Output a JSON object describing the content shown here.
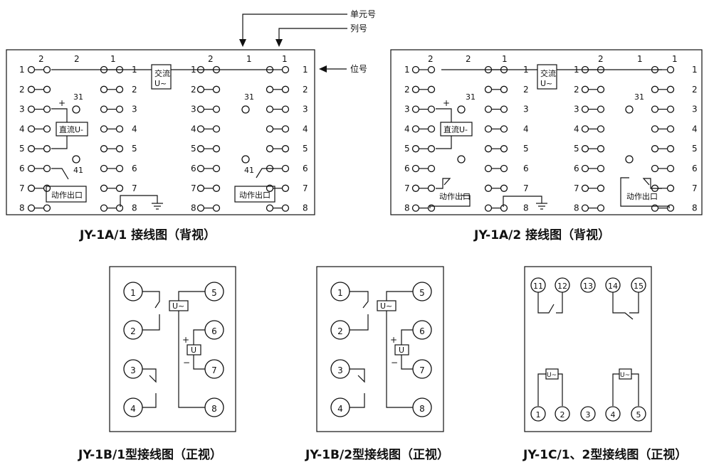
{
  "annotations": {
    "unit_no": "单元号",
    "column_no": "列号",
    "position_no": "位号"
  },
  "panel_1a1": {
    "col_labels": [
      "2",
      "2",
      "1",
      "2",
      "1",
      "1"
    ],
    "row_numbers": [
      "1",
      "2",
      "3",
      "4",
      "5",
      "6",
      "7",
      "8"
    ],
    "ac_label_line1": "交流",
    "ac_label_line2": "U~",
    "dc_label": "直流U-",
    "plus": "+",
    "contact_31": "31",
    "contact_41": "41",
    "output_label": "动作出口",
    "caption": "JY-1A/1  接线图（背视）"
  },
  "panel_1a2": {
    "col_labels": [
      "2",
      "2",
      "1",
      "2",
      "1",
      "1"
    ],
    "row_numbers": [
      "1",
      "2",
      "3",
      "4",
      "5",
      "6",
      "7",
      "8"
    ],
    "ac_label_line1": "交流",
    "ac_label_line2": "U~",
    "dc_label": "直流U-",
    "plus": "+",
    "contact_31": "31",
    "contact_31b": "31",
    "output_label": "动作出口",
    "caption": "JY-1A/2  接线图（背视）"
  },
  "panel_1b1": {
    "terminals": [
      "1",
      "2",
      "3",
      "4",
      "5",
      "6",
      "7",
      "8"
    ],
    "ac_box": "U~",
    "dc_box": "U",
    "plus": "+",
    "minus": "−",
    "caption": "JY-1B/1型接线图（正视）"
  },
  "panel_1b2": {
    "terminals": [
      "1",
      "2",
      "3",
      "4",
      "5",
      "6",
      "7",
      "8"
    ],
    "ac_box": "U~",
    "dc_box": "U",
    "plus": "+",
    "minus": "−",
    "caption": "JY-1B/2型接线图（正视）"
  },
  "panel_1c": {
    "top_terminals": [
      "11",
      "12",
      "13",
      "14",
      "15"
    ],
    "bottom_terminals": [
      "1",
      "2",
      "3",
      "4",
      "5"
    ],
    "ac_box": "U~",
    "caption": "JY-1C/1、2型接线图（正视）"
  }
}
